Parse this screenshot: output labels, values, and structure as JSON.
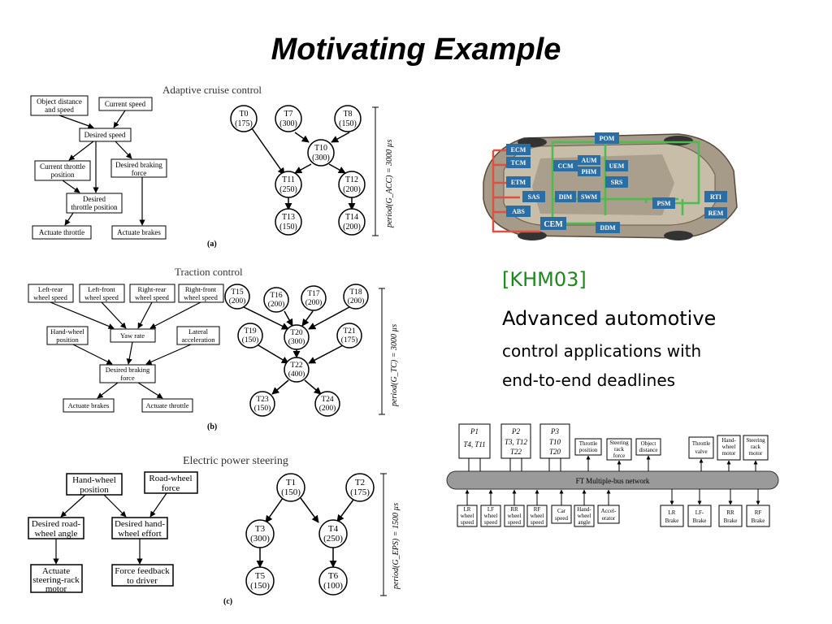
{
  "slide": {
    "title": "Motivating Example",
    "reference": "[KHM03]",
    "desc_line1": "Advanced automotive",
    "desc_line2": "control applications with",
    "desc_line3": "end-to-end deadlines"
  },
  "panel_a": {
    "title": "Adaptive cruise control",
    "label": "(a)",
    "period": "period(G_ACC) = 3000 µs",
    "blocks": [
      "Object distance",
      "and speed",
      "Current speed",
      "Desired speed",
      "Current throttle",
      "position",
      "Desired braking",
      "force",
      "Desired",
      "throttle position",
      "Actuate throttle",
      "Actuate brakes"
    ],
    "tasks": [
      {
        "name": "T0",
        "val": "(175)"
      },
      {
        "name": "T7",
        "val": "(300)"
      },
      {
        "name": "T8",
        "val": "(150)"
      },
      {
        "name": "T10",
        "val": "(300)"
      },
      {
        "name": "T11",
        "val": "(250)"
      },
      {
        "name": "T12",
        "val": "(200)"
      },
      {
        "name": "T13",
        "val": "(150)"
      },
      {
        "name": "T14",
        "val": "(200)"
      }
    ]
  },
  "panel_b": {
    "title": "Traction control",
    "label": "(b)",
    "period": "period(G_TC) = 3000 µs",
    "blocks": [
      "Left-rear",
      "wheel speed",
      "Left-front",
      "wheel speed",
      "Right-rear",
      "wheel speed",
      "Right-front",
      "wheel speed",
      "Hand-wheel",
      "position",
      "Yaw rate",
      "Lateral",
      "acceleration",
      "Desired braking",
      "force",
      "Actuate brakes",
      "Actuate throttle"
    ],
    "tasks": [
      {
        "name": "T15",
        "val": "(200)"
      },
      {
        "name": "T16",
        "val": "(200)"
      },
      {
        "name": "T17",
        "val": "(200)"
      },
      {
        "name": "T18",
        "val": "(200)"
      },
      {
        "name": "T19",
        "val": "(150)"
      },
      {
        "name": "T20",
        "val": "(300)"
      },
      {
        "name": "T21",
        "val": "(175)"
      },
      {
        "name": "T22",
        "val": "(400)"
      },
      {
        "name": "T23",
        "val": "(150)"
      },
      {
        "name": "T24",
        "val": "(200)"
      }
    ]
  },
  "panel_c": {
    "title": "Electric power steering",
    "label": "(c)",
    "period": "period(G_EPS) = 1500 µs",
    "blocks": [
      "Hand-wheel",
      "position",
      "Road-wheel",
      "force",
      "Desired road-",
      "wheel angle",
      "Desired hand-",
      "wheel effort",
      "Actuate",
      "steering-rack",
      "motor",
      "Force feedback",
      "to driver"
    ],
    "tasks": [
      {
        "name": "T1",
        "val": "(150)"
      },
      {
        "name": "T2",
        "val": "(175)"
      },
      {
        "name": "T3",
        "val": "(300)"
      },
      {
        "name": "T4",
        "val": "(250)"
      },
      {
        "name": "T5",
        "val": "(150)"
      },
      {
        "name": "T6",
        "val": "(100)"
      }
    ]
  },
  "car": {
    "modules": [
      "POM",
      "ECM",
      "TCM",
      "ETM",
      "SAS",
      "ABS",
      "CCM",
      "AUM",
      "PHM",
      "UEM",
      "SRS",
      "DIM",
      "SWM",
      "PSM",
      "RTI",
      "REM",
      "CEM",
      "DDM"
    ]
  },
  "bus": {
    "network": "FT Multiple-bus network",
    "processors": [
      {
        "name": "P1",
        "tasks": "T4, T11"
      },
      {
        "name": "P2",
        "tasks": "T3, T12",
        "tasks2": "T22"
      },
      {
        "name": "P3",
        "tasks": "T10",
        "tasks2": "T20"
      }
    ],
    "top_actuators": [
      [
        "Throttle",
        "position"
      ],
      [
        "Steering",
        "rack",
        "force"
      ],
      [
        "Object",
        "distance"
      ],
      [
        "Throttle",
        "valve"
      ],
      [
        "Hand-",
        "wheel",
        "motor"
      ],
      [
        "Steering",
        "rack",
        "motor"
      ]
    ],
    "bottom_sensors": [
      [
        "LR",
        "wheel",
        "speed"
      ],
      [
        "LF",
        "wheel",
        "speed"
      ],
      [
        "RR",
        "wheel",
        "speed"
      ],
      [
        "RF",
        "wheel",
        "speed"
      ],
      [
        "Car",
        "speed"
      ],
      [
        "Hand-",
        "wheel",
        "angle"
      ],
      [
        "Accel-",
        "erator"
      ],
      [
        "LR",
        "Brake"
      ],
      [
        "LF-",
        "Brake"
      ],
      [
        "RR",
        "Brake"
      ],
      [
        "RF",
        "Brake"
      ]
    ]
  }
}
